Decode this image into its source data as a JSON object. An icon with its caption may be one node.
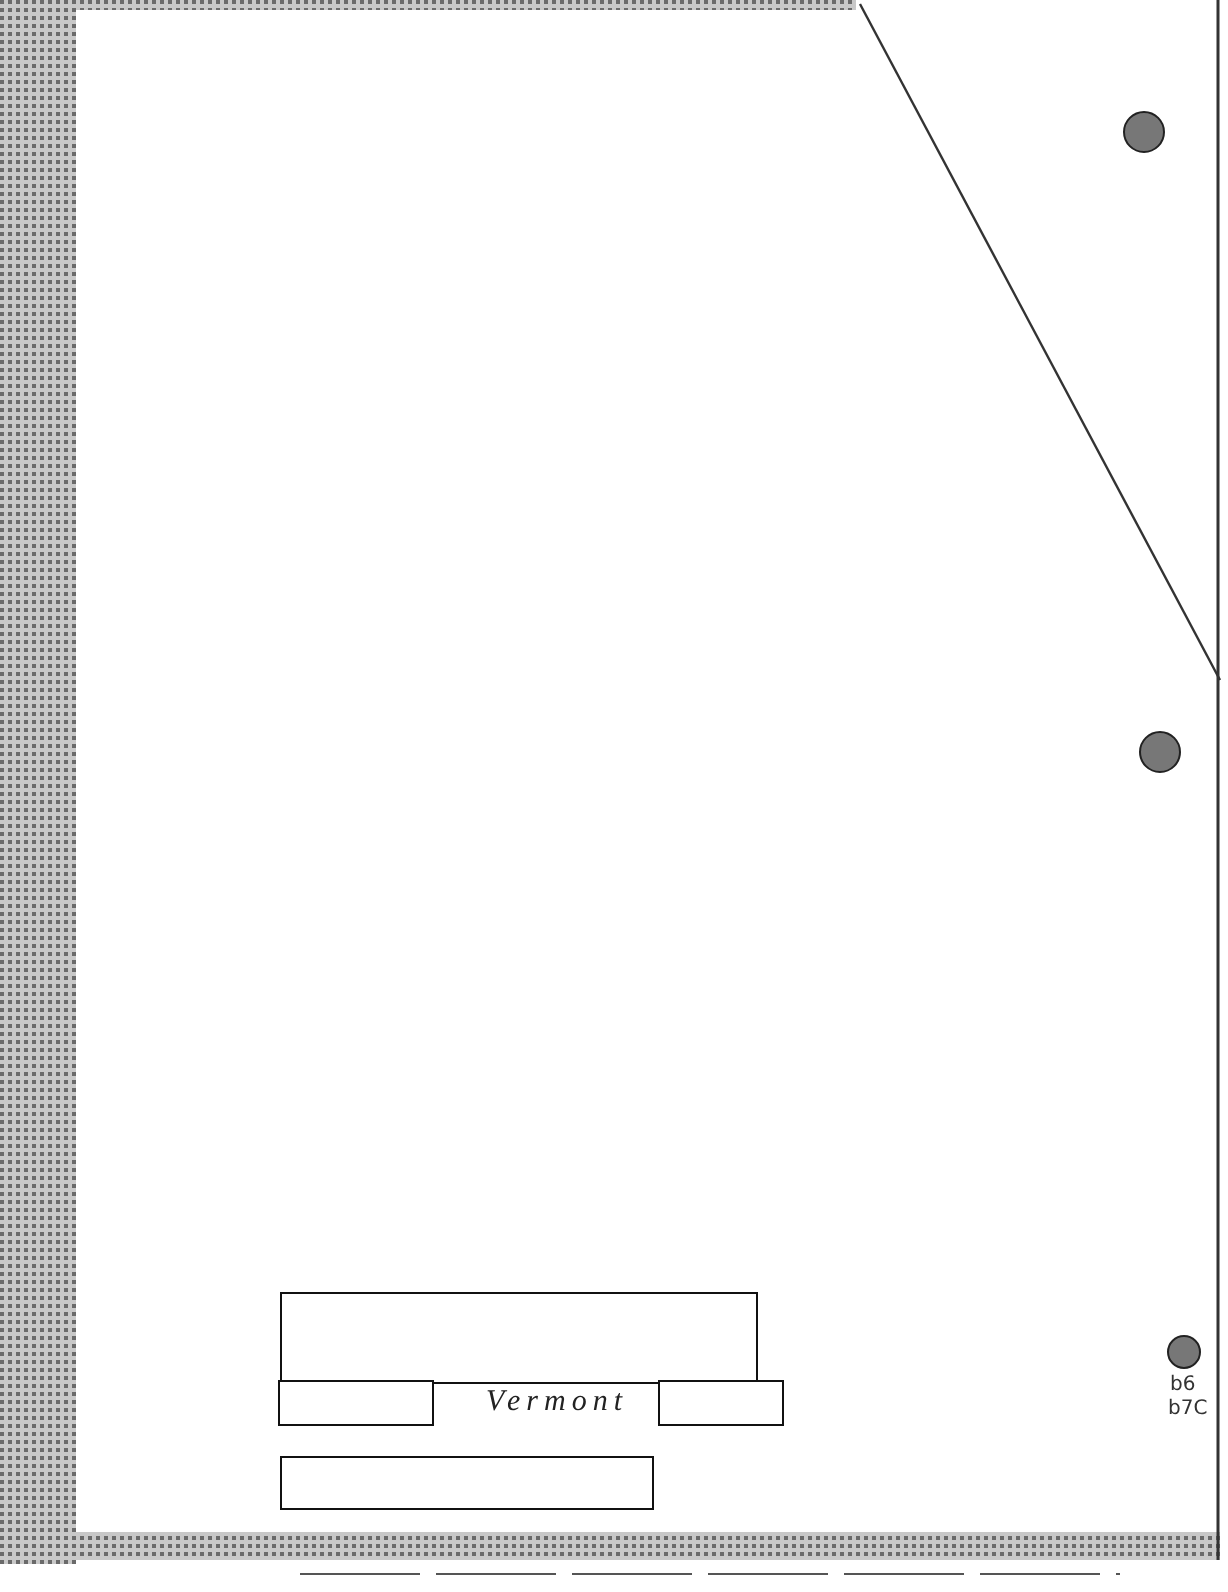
{
  "diagram": {
    "nodes": [
      {
        "text": [],
        "shape": "box"
      },
      {
        "text": [],
        "shape": "box"
      },
      {
        "text": [],
        "shape": "box"
      },
      {
        "text": [],
        "shape": "box"
      }
    ],
    "edges": [],
    "labels": [
      "Vermont",
      "b6",
      "b7C"
    ]
  }
}
